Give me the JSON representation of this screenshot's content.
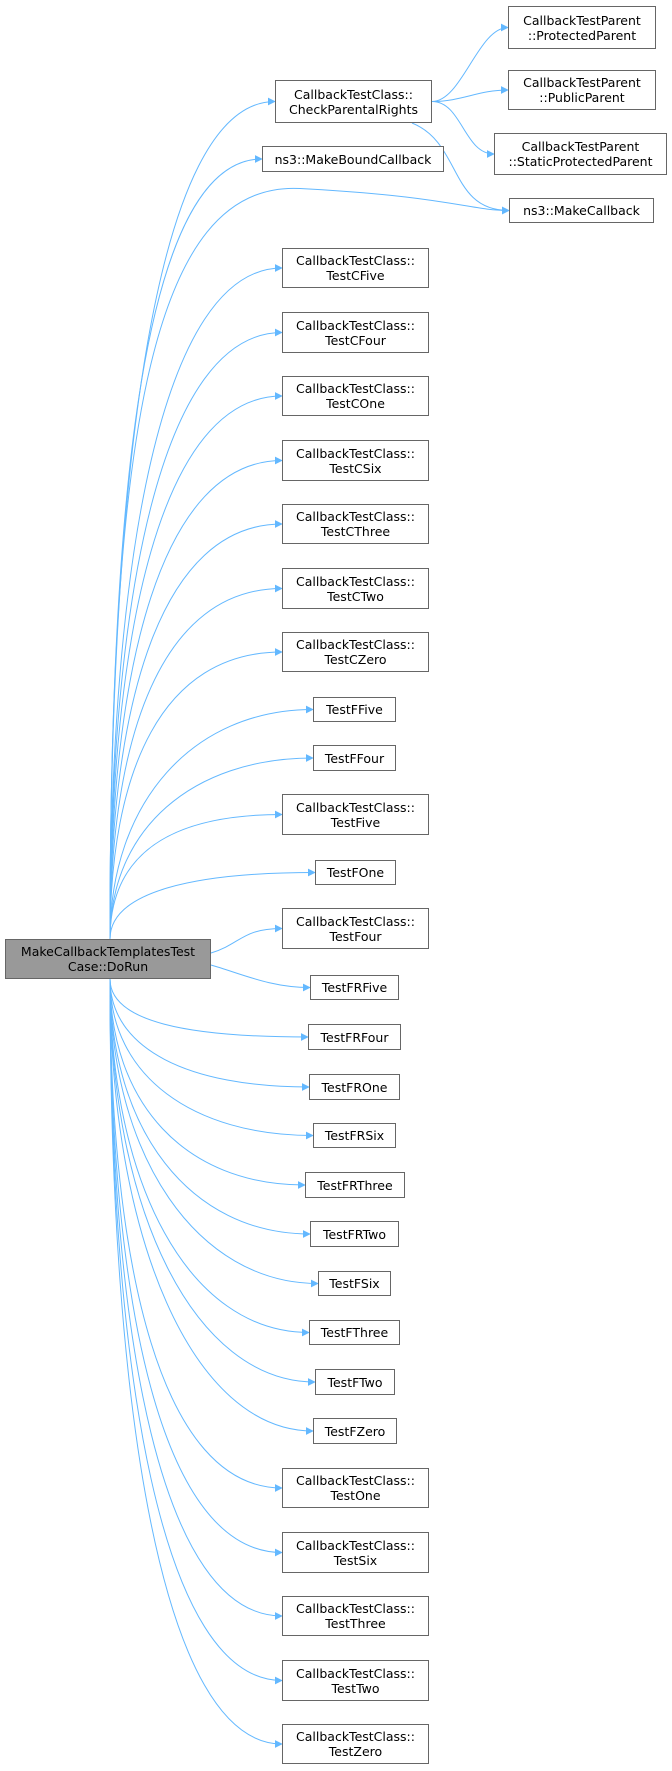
{
  "graph": {
    "edge_color": "#63b8ff",
    "root": {
      "id": "root",
      "lines": [
        "MakeCallbackTemplatesTest",
        "Case::DoRun"
      ],
      "fill": "#999999"
    },
    "nodes": [
      {
        "id": "check",
        "lines": [
          "CallbackTestClass::",
          "CheckParentalRights"
        ]
      },
      {
        "id": "bound",
        "lines": [
          "ns3::MakeBoundCallback"
        ]
      },
      {
        "id": "protected",
        "lines": [
          "CallbackTestParent",
          "::ProtectedParent"
        ]
      },
      {
        "id": "public",
        "lines": [
          "CallbackTestParent",
          "::PublicParent"
        ]
      },
      {
        "id": "staticprot",
        "lines": [
          "CallbackTestParent",
          "::StaticProtectedParent"
        ]
      },
      {
        "id": "makecb",
        "lines": [
          "ns3::MakeCallback"
        ]
      },
      {
        "id": "cfive",
        "lines": [
          "CallbackTestClass::",
          "TestCFive"
        ]
      },
      {
        "id": "cfour",
        "lines": [
          "CallbackTestClass::",
          "TestCFour"
        ]
      },
      {
        "id": "cone",
        "lines": [
          "CallbackTestClass::",
          "TestCOne"
        ]
      },
      {
        "id": "csix",
        "lines": [
          "CallbackTestClass::",
          "TestCSix"
        ]
      },
      {
        "id": "cthree",
        "lines": [
          "CallbackTestClass::",
          "TestCThree"
        ]
      },
      {
        "id": "ctwo",
        "lines": [
          "CallbackTestClass::",
          "TestCTwo"
        ]
      },
      {
        "id": "czero",
        "lines": [
          "CallbackTestClass::",
          "TestCZero"
        ]
      },
      {
        "id": "ffive",
        "lines": [
          "TestFFive"
        ]
      },
      {
        "id": "ffour",
        "lines": [
          "TestFFour"
        ]
      },
      {
        "id": "five",
        "lines": [
          "CallbackTestClass::",
          "TestFive"
        ]
      },
      {
        "id": "fone",
        "lines": [
          "TestFOne"
        ]
      },
      {
        "id": "four",
        "lines": [
          "CallbackTestClass::",
          "TestFour"
        ]
      },
      {
        "id": "frfive",
        "lines": [
          "TestFRFive"
        ]
      },
      {
        "id": "frfour",
        "lines": [
          "TestFRFour"
        ]
      },
      {
        "id": "frone",
        "lines": [
          "TestFROne"
        ]
      },
      {
        "id": "frsix",
        "lines": [
          "TestFRSix"
        ]
      },
      {
        "id": "frthree",
        "lines": [
          "TestFRThree"
        ]
      },
      {
        "id": "frtwo",
        "lines": [
          "TestFRTwo"
        ]
      },
      {
        "id": "fsix",
        "lines": [
          "TestFSix"
        ]
      },
      {
        "id": "fthree",
        "lines": [
          "TestFThree"
        ]
      },
      {
        "id": "ftwo",
        "lines": [
          "TestFTwo"
        ]
      },
      {
        "id": "fzero",
        "lines": [
          "TestFZero"
        ]
      },
      {
        "id": "one",
        "lines": [
          "CallbackTestClass::",
          "TestOne"
        ]
      },
      {
        "id": "six",
        "lines": [
          "CallbackTestClass::",
          "TestSix"
        ]
      },
      {
        "id": "three",
        "lines": [
          "CallbackTestClass::",
          "TestThree"
        ]
      },
      {
        "id": "two",
        "lines": [
          "CallbackTestClass::",
          "TestTwo"
        ]
      },
      {
        "id": "zero",
        "lines": [
          "CallbackTestClass::",
          "TestZero"
        ]
      }
    ],
    "edges": [
      [
        "root",
        "check"
      ],
      [
        "root",
        "bound"
      ],
      [
        "root",
        "makecb"
      ],
      [
        "root",
        "cfive"
      ],
      [
        "root",
        "cfour"
      ],
      [
        "root",
        "cone"
      ],
      [
        "root",
        "csix"
      ],
      [
        "root",
        "cthree"
      ],
      [
        "root",
        "ctwo"
      ],
      [
        "root",
        "czero"
      ],
      [
        "root",
        "ffive"
      ],
      [
        "root",
        "ffour"
      ],
      [
        "root",
        "five"
      ],
      [
        "root",
        "fone"
      ],
      [
        "root",
        "four"
      ],
      [
        "root",
        "frfive"
      ],
      [
        "root",
        "frfour"
      ],
      [
        "root",
        "frone"
      ],
      [
        "root",
        "frsix"
      ],
      [
        "root",
        "frthree"
      ],
      [
        "root",
        "frtwo"
      ],
      [
        "root",
        "fsix"
      ],
      [
        "root",
        "fthree"
      ],
      [
        "root",
        "ftwo"
      ],
      [
        "root",
        "fzero"
      ],
      [
        "root",
        "one"
      ],
      [
        "root",
        "six"
      ],
      [
        "root",
        "three"
      ],
      [
        "root",
        "two"
      ],
      [
        "root",
        "zero"
      ],
      [
        "check",
        "protected"
      ],
      [
        "check",
        "public"
      ],
      [
        "check",
        "staticprot"
      ],
      [
        "check",
        "makecb"
      ]
    ]
  }
}
